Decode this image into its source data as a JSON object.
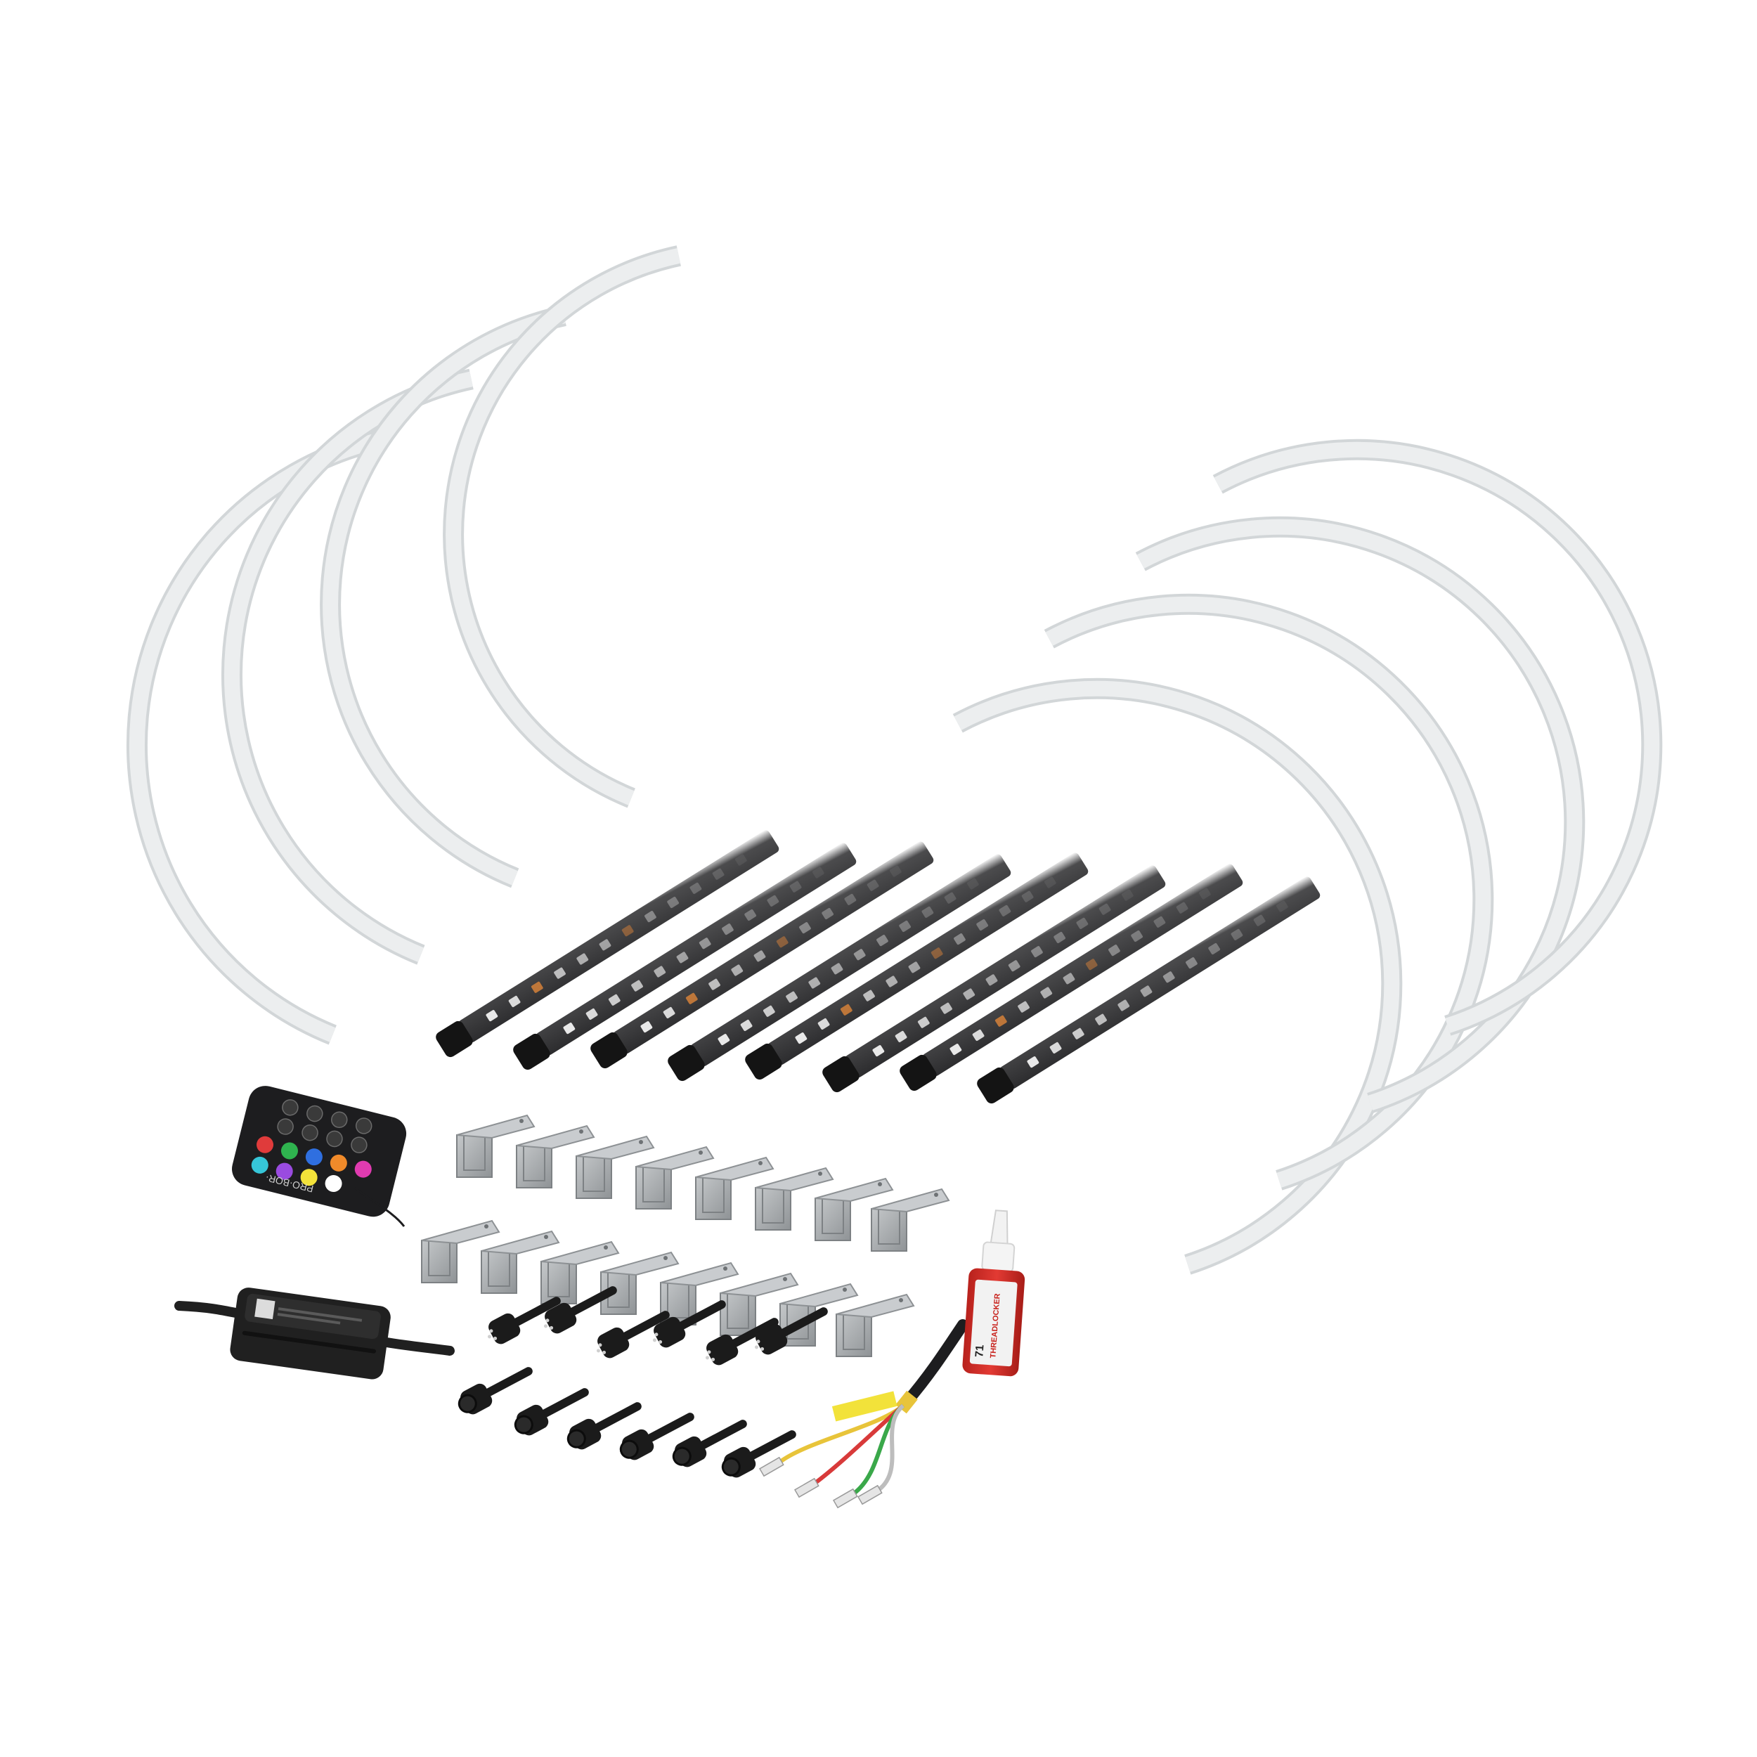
{
  "image": {
    "background_color": "#ffffff"
  },
  "kit": {
    "rings": {
      "left_group_count": 4,
      "right_group_count": 4,
      "color": "#eceeef",
      "edge_color": "#d2d6d8"
    },
    "led_strips": {
      "count": 8,
      "strip_color": "#2c2c2e",
      "end_cap_color": "#141414",
      "led_color": "#e9e9e9",
      "amber_led_color": "#d8823a"
    },
    "brackets": {
      "count": 16,
      "color": "#a9acae"
    },
    "connectors": {
      "count": 12,
      "color": "#1b1b1b"
    },
    "remote": {
      "brand": "PRO·BOR·",
      "button_colors": [
        "#e03b3b",
        "#2fb34f",
        "#2f6fe0",
        "#f08a2a",
        "#e03bb0",
        "#36c6d8",
        "#9a4be0",
        "#f3e23a",
        "#ffffff"
      ]
    },
    "control_box": {
      "color": "#202020"
    },
    "wire_harness": {
      "wire_colors": [
        "#e8c43a",
        "#d83a3a",
        "#3aa84a",
        "#f0f0f0"
      ],
      "tag_color": "#f2e23a"
    },
    "threadlocker": {
      "label_title": "THREADLOCKER",
      "label_number": "71",
      "bottle_color": "#d9302a",
      "cap_color": "#f4f4f4"
    }
  }
}
